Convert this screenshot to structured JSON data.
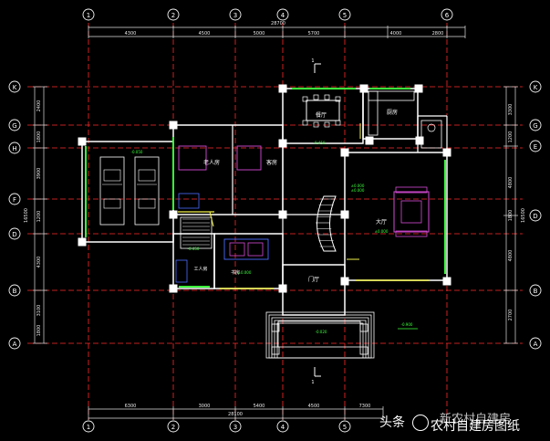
{
  "drawing": {
    "columns_top": [
      "1",
      "2",
      "3",
      "4",
      "5",
      "6"
    ],
    "columns_bottom": [
      "1",
      "2",
      "3",
      "4",
      "5"
    ],
    "rows_left": [
      "K",
      "G",
      "H",
      "F",
      "D",
      "B",
      "A"
    ],
    "rows_right": [
      "K",
      "G",
      "E",
      "D",
      "B",
      "A"
    ],
    "top_total_dim": "28700",
    "top_dims": [
      "4300",
      "4500",
      "5000",
      "5700",
      "4000",
      "2800"
    ],
    "bottom_total_dim": "28100",
    "bottom_dims": [
      "6300",
      "3000",
      "5400",
      "4500",
      "7300"
    ],
    "left_dims": [
      "2400",
      "1800",
      "3900",
      "1200",
      "4300",
      "3100",
      "1800"
    ],
    "left_total_dim": "16500",
    "right_dims": [
      "3300",
      "1200",
      "4800",
      "1800",
      "4800",
      "2700"
    ],
    "right_total_dim": "16500",
    "rooms": {
      "dining": "餐厅",
      "kitchen": "厨房",
      "elder_bedroom": "老人房",
      "bedroom": "客房",
      "living": "大厅",
      "study": "书房",
      "foyer": "门厅",
      "utility": "工人房"
    },
    "level_marks": [
      "-0.050",
      "±0.000",
      "-0.450",
      "±0.000",
      "±0.000",
      "-0.450",
      "-0.020",
      "-0.900",
      "±0.000"
    ],
    "section_mark": "1"
  },
  "watermark": {
    "platform": "头条",
    "account": "新农村自建房",
    "sub": "农村自建房图纸"
  },
  "colors": {
    "background": "#000000",
    "axis": "#e0e0e0",
    "grid_red": "#ff2a2a",
    "wall_green": "#3cff3c",
    "wall_white": "#ffffff",
    "furniture": "#d64ad6",
    "furniture_blue": "#4a6cff",
    "yellow": "#f2f24a"
  }
}
